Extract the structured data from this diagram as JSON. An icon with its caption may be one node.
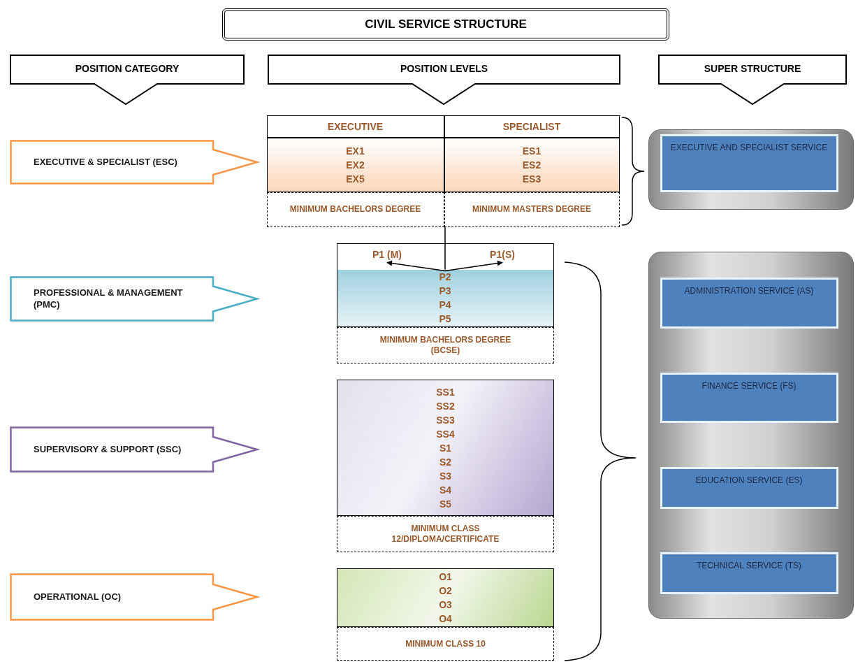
{
  "diagram": {
    "title": "CIVIL SERVICE STRUCTURE",
    "nodes": [
      {
        "text": [
          "POSITION CATEGORY"
        ]
      },
      {
        "text": [
          "POSITION LEVELS"
        ]
      },
      {
        "text": [
          "SUPER STRUCTURE"
        ]
      },
      {
        "text": [
          "EXECUTIVE & SPECIALIST (ESC)"
        ]
      },
      {
        "text": [],
        "shape": "box"
      },
      {
        "text": [
          "EXECUTIVE"
        ],
        "in": 4
      },
      {
        "text": [
          "SPECIALIST"
        ],
        "in": 4
      },
      {
        "text": [
          "EX1",
          "EX2",
          "EX5"
        ],
        "in": 4
      },
      {
        "text": [
          "ES1",
          "ES2",
          "ES3"
        ],
        "in": 4
      },
      {
        "text": [
          "MINIMUM BACHELORS DEGREE"
        ],
        "in": 4
      },
      {
        "text": [
          "MINIMUM MASTERS DEGREE"
        ],
        "in": 4
      },
      {
        "text": [],
        "shape": "box"
      },
      {
        "text": [
          "EXECUTIVE AND SPECIALIST SERVICE"
        ],
        "in": 11
      },
      {
        "text": [
          "PROFESSIONAL & MANAGEMENT (PMC)"
        ]
      },
      {
        "text": [],
        "shape": "box"
      },
      {
        "text": [
          "P1 (M)"
        ],
        "in": 14
      },
      {
        "text": [
          "P1(S)"
        ],
        "in": 14
      },
      {
        "text": [
          "P2",
          "P3",
          "P4",
          "P5"
        ],
        "in": 14
      },
      {
        "text": [
          "MINIMUM BACHELORS DEGREE (BCSE)"
        ]
      },
      {
        "text": [
          "SUPERVISORY & SUPPORT (SSC)"
        ]
      },
      {
        "text": [
          "SS1",
          "SS2",
          "SS3",
          "SS4",
          "S1",
          "S2",
          "S3",
          "S4",
          "S5"
        ]
      },
      {
        "text": [
          "MINIMUM CLASS 12/DIPLOMA/CERTIFICATE"
        ]
      },
      {
        "text": [
          "OPERATIONAL (OC)"
        ]
      },
      {
        "text": [
          "O1",
          "O2",
          "O3",
          "O4"
        ]
      },
      {
        "text": [
          "MINIMUM CLASS 10"
        ]
      },
      {
        "text": [],
        "shape": "box"
      },
      {
        "text": [
          "ADMINISTRATION SERVICE (AS)"
        ],
        "in": 25
      },
      {
        "text": [
          "FINANCE SERVICE (FS)"
        ],
        "in": 25
      },
      {
        "text": [
          "EDUCATION SERVICE (ES)"
        ],
        "in": 25
      },
      {
        "text": [
          "TECHNICAL SERVICE (TS)"
        ],
        "in": 25
      }
    ],
    "edges": [
      {
        "from": 4,
        "to": 17,
        "arrow": "none"
      },
      {
        "from": 17,
        "to": 15,
        "arrow": "to"
      },
      {
        "from": 17,
        "to": 16,
        "arrow": "to"
      }
    ]
  }
}
